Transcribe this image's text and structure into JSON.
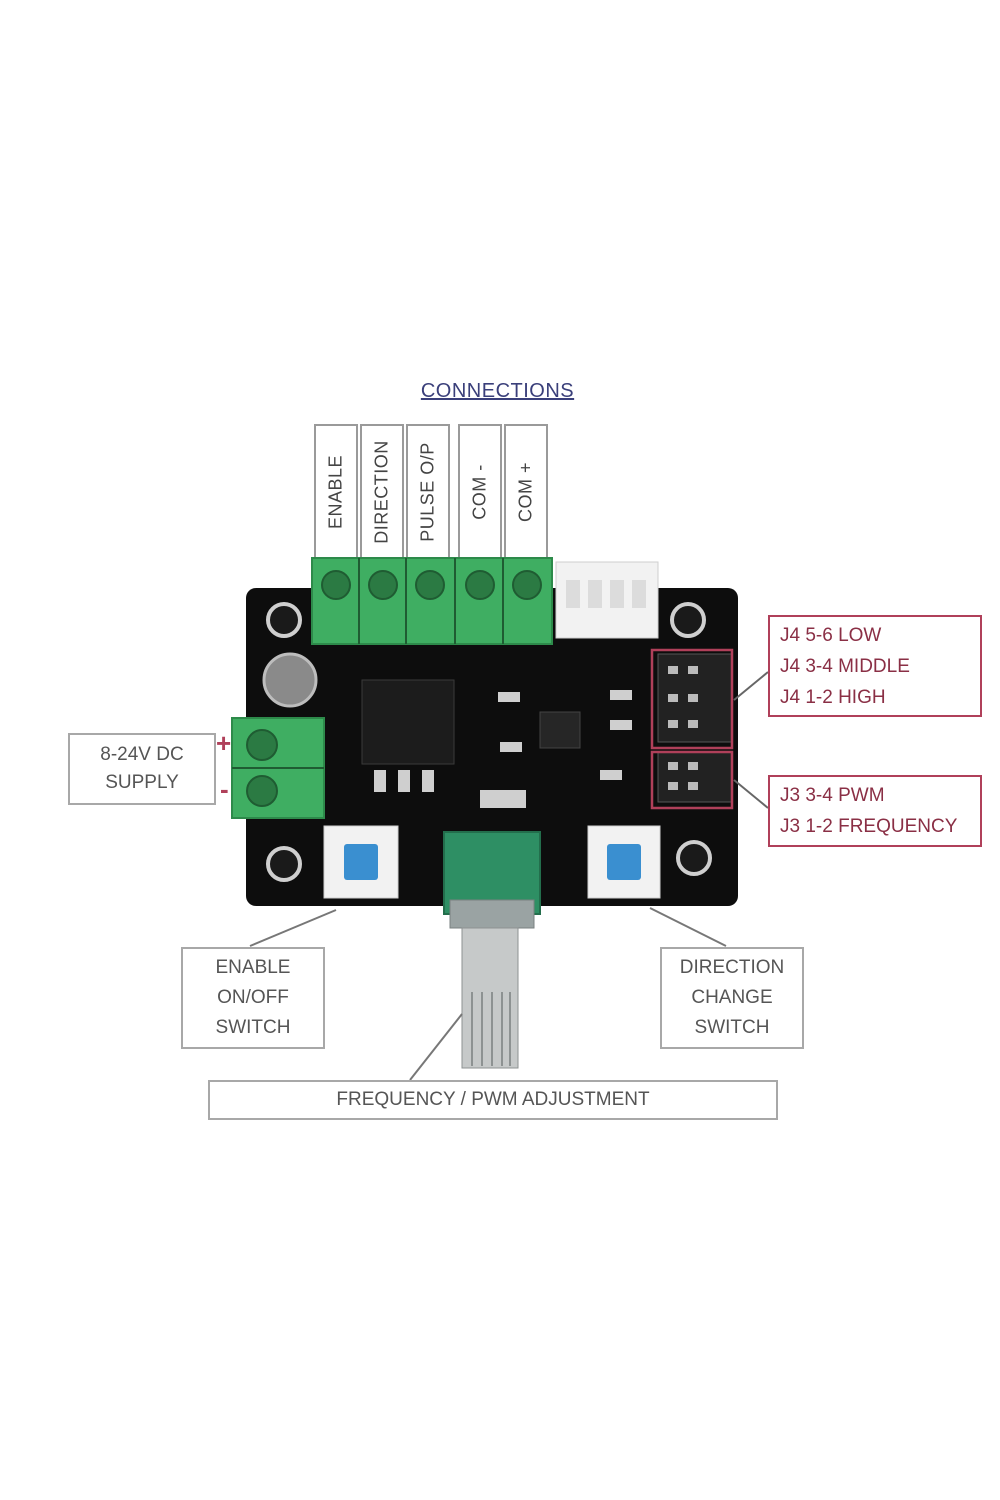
{
  "title": "CONNECTIONS",
  "terminals": [
    "ENABLE",
    "DIRECTION",
    "PULSE O/P",
    "COM -",
    "COM +"
  ],
  "supply": {
    "line1": "8-24V DC",
    "line2": "SUPPLY",
    "plus": "+",
    "minus": "-"
  },
  "jumper_j4": [
    "J4 5-6 LOW",
    "J4 3-4 MIDDLE",
    "J4 1-2 HIGH"
  ],
  "jumper_j3": [
    "J3 3-4 PWM",
    "J3 1-2 FREQUENCY"
  ],
  "enable_switch": [
    "ENABLE",
    "ON/OFF",
    "SWITCH"
  ],
  "direction_switch": [
    "DIRECTION",
    "CHANGE",
    "SWITCH"
  ],
  "pot_label": "FREQUENCY / PWM ADJUSTMENT",
  "colors": {
    "board": "#0d0d0d",
    "terminal": "#3fae62",
    "button": "#3a8fd0",
    "pot_cap": "#2e8f64",
    "annotation_red": "#b0405a"
  }
}
